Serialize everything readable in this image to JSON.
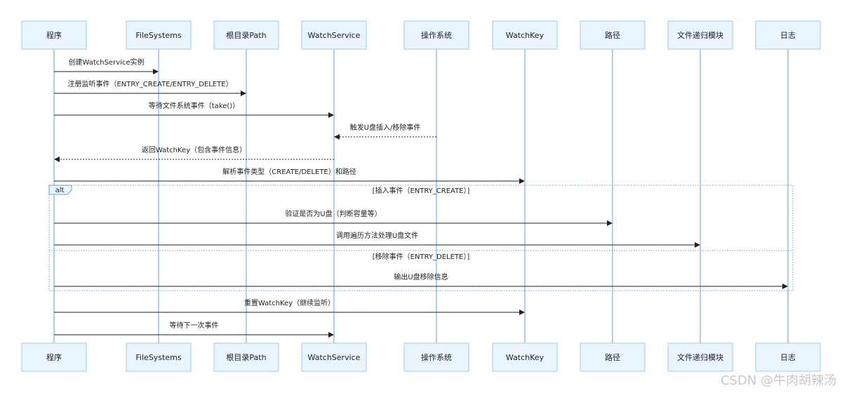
{
  "actors": [
    {
      "id": "prog",
      "label": "程序"
    },
    {
      "id": "fs",
      "label": "FileSystems"
    },
    {
      "id": "root",
      "label": "根目录Path"
    },
    {
      "id": "ws",
      "label": "WatchService"
    },
    {
      "id": "os",
      "label": "操作系统"
    },
    {
      "id": "wk",
      "label": "WatchKey"
    },
    {
      "id": "path",
      "label": "路径"
    },
    {
      "id": "rec",
      "label": "文件递归模块"
    },
    {
      "id": "log",
      "label": "日志"
    }
  ],
  "messages": [
    {
      "from": "prog",
      "to": "fs",
      "label": "创建WatchService实例",
      "style": "solid"
    },
    {
      "from": "prog",
      "to": "root",
      "label": "注册监听事件（ENTRY_CREATE/ENTRY_DELETE）",
      "style": "solid"
    },
    {
      "from": "prog",
      "to": "ws",
      "label": "等待文件系统事件（take()）",
      "style": "solid"
    },
    {
      "from": "os",
      "to": "ws",
      "label": "触发U盘插入/移除事件",
      "style": "dashed"
    },
    {
      "from": "ws",
      "to": "prog",
      "label": "返回WatchKey（包含事件信息）",
      "style": "dashed"
    },
    {
      "from": "prog",
      "to": "wk",
      "label": "解析事件类型（CREATE/DELETE）和路径",
      "style": "solid"
    },
    {
      "from": "prog",
      "to": "path",
      "label": "验证是否为U盘（判断容量等）",
      "style": "solid"
    },
    {
      "from": "prog",
      "to": "rec",
      "label": "调用遍历方法处理U盘文件",
      "style": "solid"
    },
    {
      "from": "prog",
      "to": "log",
      "label": "输出U盘移除信息",
      "style": "solid"
    },
    {
      "from": "prog",
      "to": "wk",
      "label": "重置WatchKey（继续监听）",
      "style": "solid"
    },
    {
      "from": "prog",
      "to": "ws",
      "label": "等待下一次事件",
      "style": "solid"
    }
  ],
  "alt": {
    "tag": "alt",
    "conditions": [
      "[插入事件（ENTRY_CREATE）]",
      "[移除事件（ENTRY_DELETE）]"
    ]
  },
  "watermark": "CSDN @牛肉胡辣汤",
  "colors": {
    "actor_fill": "#eaf4fd",
    "actor_stroke": "#9ecbf1",
    "lifeline": "#6a9fd8",
    "arrow": "#222222"
  }
}
